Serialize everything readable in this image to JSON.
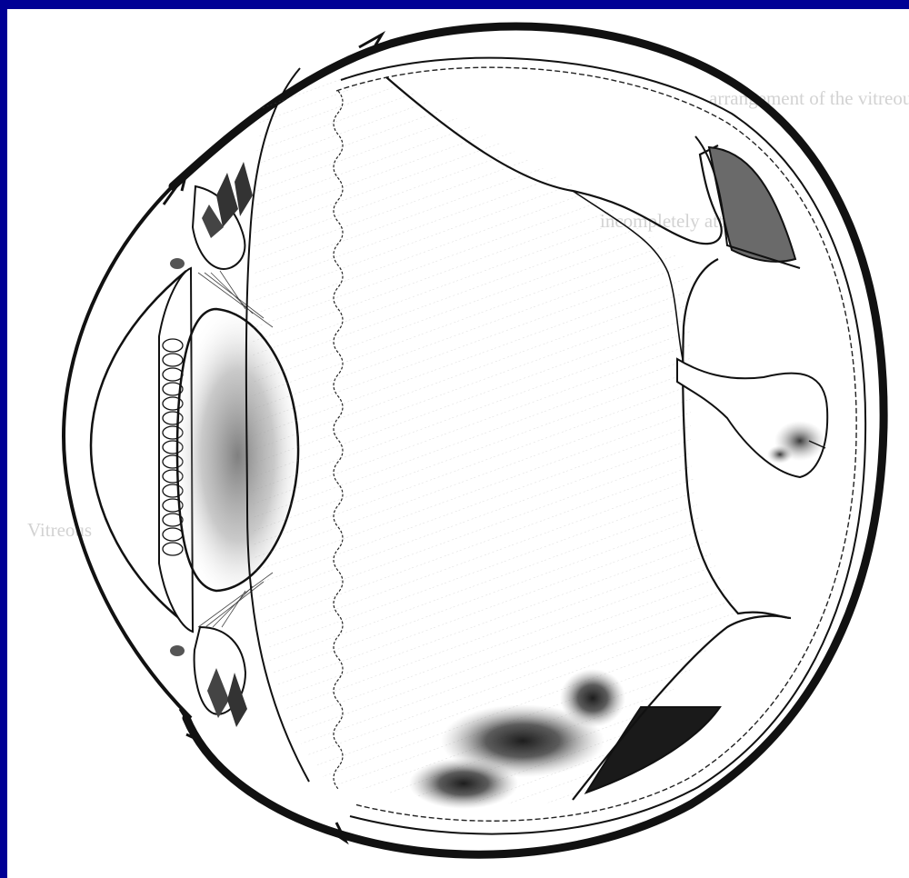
{
  "figure": {
    "kind": "eye-cross-section-illustration",
    "colors": {
      "border": "#000095",
      "paper": "#ffffff",
      "ink": "#111111",
      "shade": "#1a1a1a"
    },
    "show_through_text": [
      "arrangement of the vitreous body",
      "incompletely attached",
      "Vitreous"
    ]
  }
}
